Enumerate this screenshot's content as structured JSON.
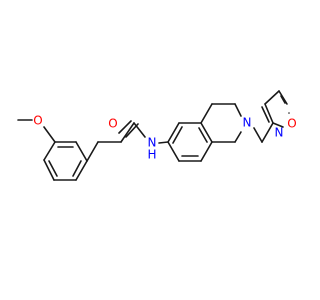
{
  "molecule": {
    "atoms": {
      "O_methoxy": {
        "label": "O",
        "color": "#ff0000"
      },
      "O_carbonyl": {
        "label": "O",
        "color": "#ff0000"
      },
      "N_amide": {
        "label": "N",
        "hydrogen": "H",
        "color": "#0000ff"
      },
      "N_ring": {
        "label": "N",
        "color": "#0000ff"
      },
      "O_isoxazole": {
        "label": "O",
        "color": "#ff0000"
      },
      "N_isoxazole": {
        "label": "N",
        "color": "#0000ff"
      }
    },
    "bond_color": "#1a1a1a"
  }
}
